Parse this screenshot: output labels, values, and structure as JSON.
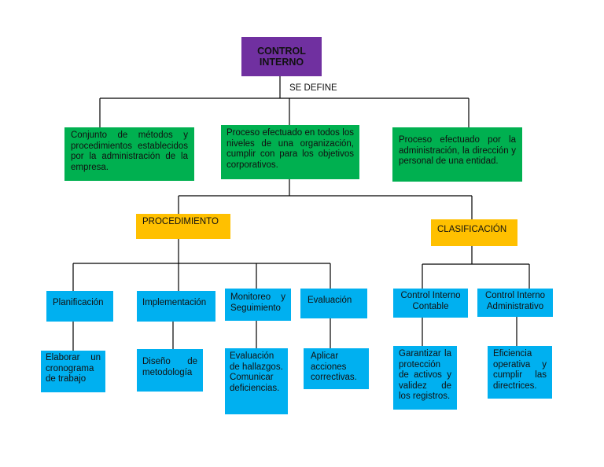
{
  "root": {
    "title": "CONTROL INTERNO"
  },
  "edge_label": "SE DEFINE",
  "definitions": [
    {
      "text": "Conjunto de métodos y procedimientos establecidos por la administración de la empresa."
    },
    {
      "text": "Proceso efectuado en todos los niveles de una organización, cumplir con para los objetivos corporativos."
    },
    {
      "text": "Proceso efectuado por la administración, la dirección y personal de una entidad."
    }
  ],
  "categories": {
    "procedimiento": "PROCEDIMIENTO",
    "clasificacion": "CLASIFICACIÓN"
  },
  "procedimiento_items": [
    {
      "label": "Planificación",
      "detail": "Elaborar un cronograma de trabajo"
    },
    {
      "label": "Implementación",
      "detail": "Diseño de metodología"
    },
    {
      "label": "Monitoreo y Seguimiento",
      "detail": "Evaluación de hallazgos. Comunicar deficiencias."
    },
    {
      "label": "Evaluación",
      "detail": "Aplicar acciones correctivas."
    }
  ],
  "clasificacion_items": [
    {
      "label": "Control Interno Contable",
      "detail": "Garantizar la protección de activos y validez de los registros."
    },
    {
      "label": "Control Interno Administrativo",
      "detail": "Eficiencia operativa y cumplir las directrices."
    }
  ],
  "colors": {
    "root": "#7030a0",
    "definition": "#00b050",
    "category": "#ffc000",
    "item": "#00b0f0",
    "connector": "#000000"
  }
}
